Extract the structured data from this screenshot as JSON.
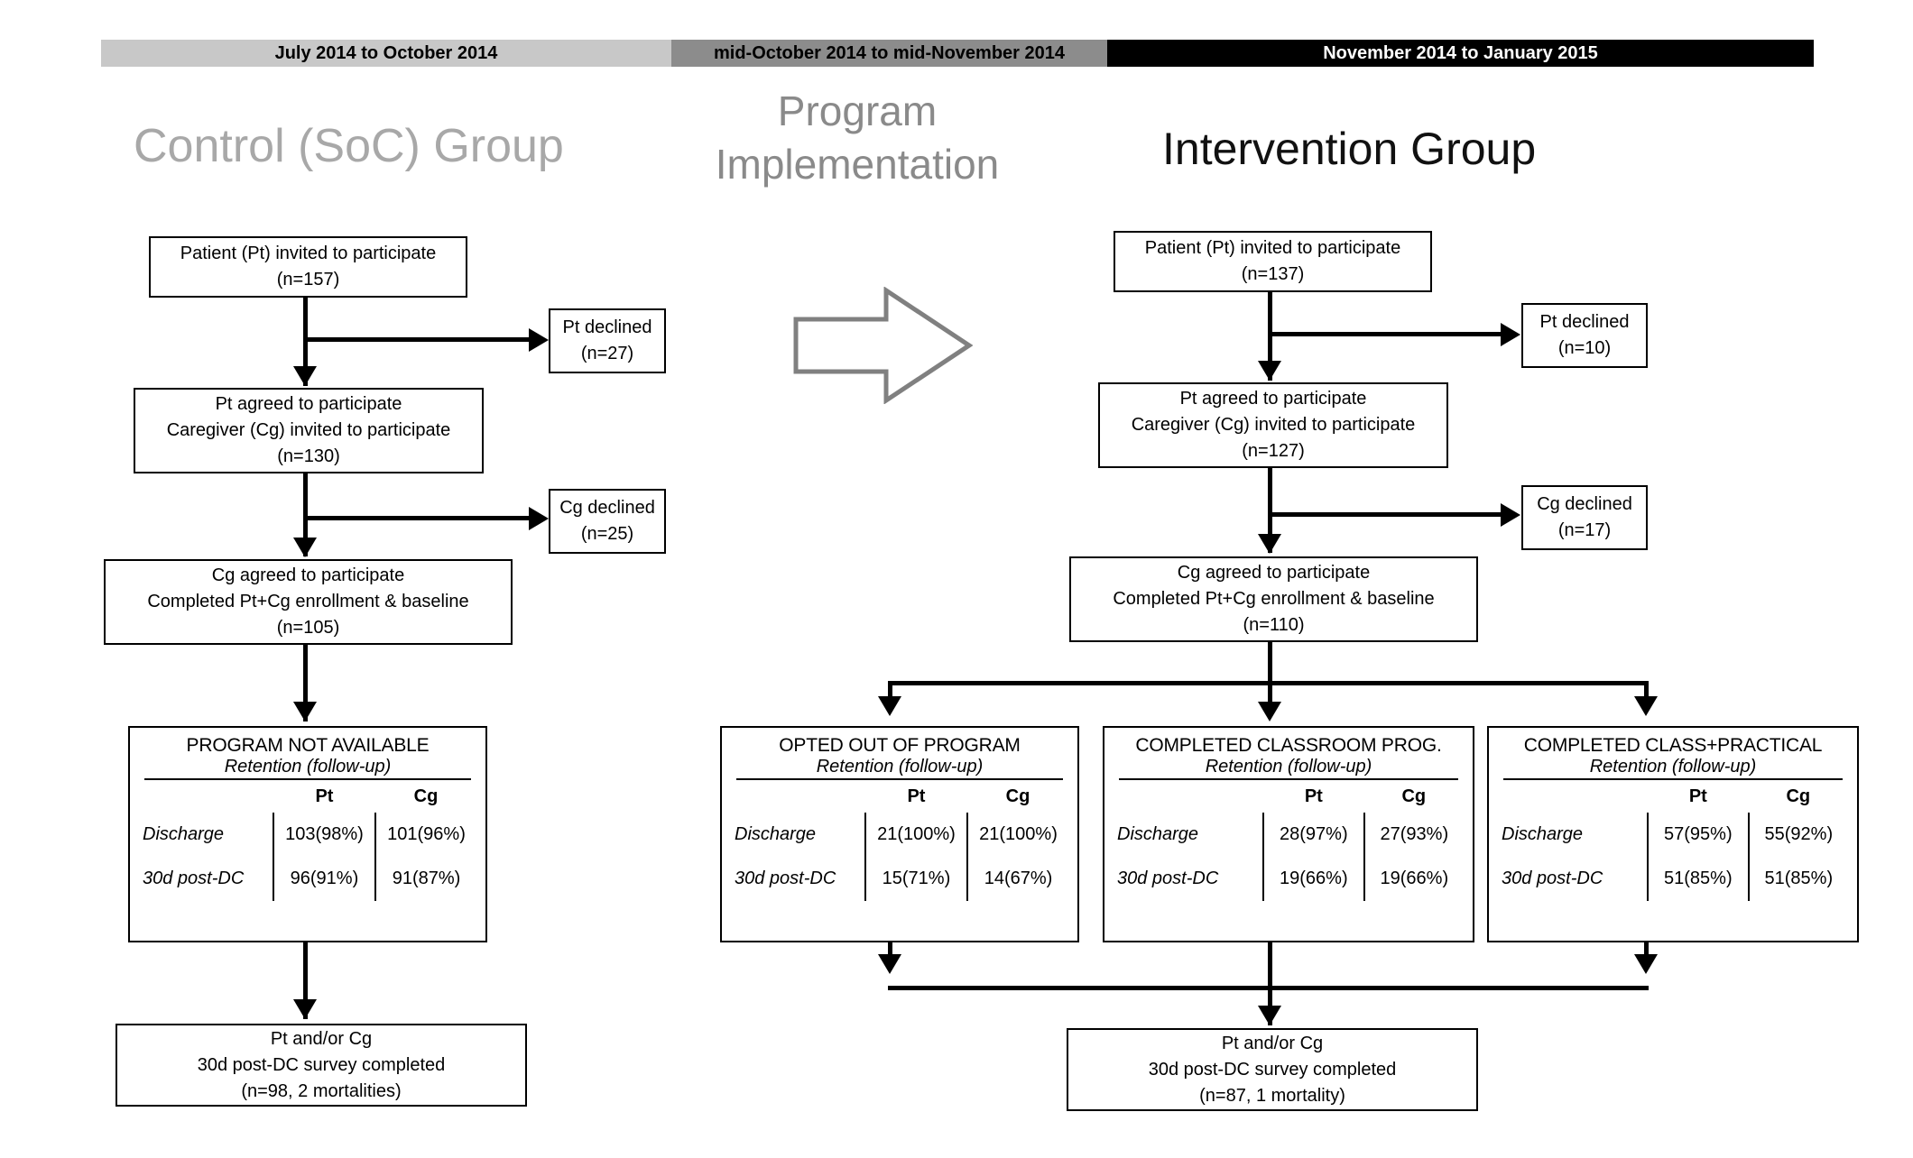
{
  "timeline": {
    "segments": [
      {
        "label": "July 2014 to October 2014",
        "color": "#c8c8c8"
      },
      {
        "label": "mid-October 2014 to mid-November 2014",
        "color": "#8c8c8c"
      },
      {
        "label": "November 2014 to January 2015",
        "color": "#000000"
      }
    ]
  },
  "titles": {
    "control": "Control (SoC) Group",
    "program": "Program Implementation",
    "intervention": "Intervention Group"
  },
  "control": {
    "invited": {
      "l1": "Patient (Pt) invited to participate",
      "l2": "(n=157)"
    },
    "pt_declined": {
      "l1": "Pt declined",
      "l2": "(n=27)"
    },
    "pt_agreed": {
      "l1": "Pt agreed to participate",
      "l2": "Caregiver (Cg) invited to participate",
      "l3": "(n=130)"
    },
    "cg_declined": {
      "l1": "Cg declined",
      "l2": "(n=25)"
    },
    "cg_agreed": {
      "l1": "Cg agreed to participate",
      "l2": "Completed Pt+Cg enrollment & baseline",
      "l3": "(n=105)"
    },
    "final": {
      "l1": "Pt and/or Cg",
      "l2": "30d post-DC survey completed",
      "l3": "(n=98, 2 mortalities)"
    }
  },
  "intervention": {
    "invited": {
      "l1": "Patient (Pt) invited to participate",
      "l2": "(n=137)"
    },
    "pt_declined": {
      "l1": "Pt declined",
      "l2": "(n=10)"
    },
    "pt_agreed": {
      "l1": "Pt agreed to participate",
      "l2": "Caregiver (Cg) invited to participate",
      "l3": "(n=127)"
    },
    "cg_declined": {
      "l1": "Cg declined",
      "l2": "(n=17)"
    },
    "cg_agreed": {
      "l1": "Cg agreed to participate",
      "l2": "Completed Pt+Cg enrollment & baseline",
      "l3": "(n=110)"
    },
    "final": {
      "l1": "Pt and/or Cg",
      "l2": "30d post-DC survey completed",
      "l3": "(n=87, 1 mortality)"
    }
  },
  "retention_tables": [
    {
      "id": "program-not-available",
      "title": "PROGRAM NOT AVAILABLE",
      "subtitle": "Retention (follow-up)",
      "columns": [
        "Pt",
        "Cg"
      ],
      "rows": [
        {
          "label": "Discharge",
          "values": [
            "103(98%)",
            "101(96%)"
          ]
        },
        {
          "label": "30d post-DC",
          "values": [
            "96(91%)",
            "91(87%)"
          ]
        }
      ]
    },
    {
      "id": "opted-out-of-program",
      "title": "OPTED OUT OF PROGRAM",
      "subtitle": "Retention (follow-up)",
      "columns": [
        "Pt",
        "Cg"
      ],
      "rows": [
        {
          "label": "Discharge",
          "values": [
            "21(100%)",
            "21(100%)"
          ]
        },
        {
          "label": "30d post-DC",
          "values": [
            "15(71%)",
            "14(67%)"
          ]
        }
      ]
    },
    {
      "id": "completed-classroom-prog",
      "title": "COMPLETED CLASSROOM PROG.",
      "subtitle": "Retention (follow-up)",
      "columns": [
        "Pt",
        "Cg"
      ],
      "rows": [
        {
          "label": "Discharge",
          "values": [
            "28(97%)",
            "27(93%)"
          ]
        },
        {
          "label": "30d post-DC",
          "values": [
            "19(66%)",
            "19(66%)"
          ]
        }
      ]
    },
    {
      "id": "completed-class-practical",
      "title": "COMPLETED CLASS+PRACTICAL",
      "subtitle": "Retention (follow-up)",
      "columns": [
        "Pt",
        "Cg"
      ],
      "rows": [
        {
          "label": "Discharge",
          "values": [
            "57(95%)",
            "55(92%)"
          ]
        },
        {
          "label": "30d post-DC",
          "values": [
            "51(85%)",
            "51(85%)"
          ]
        }
      ]
    }
  ],
  "colors": {
    "stage1": "#c8c8c8",
    "stage2": "#8c8c8c",
    "stage3": "#000000",
    "control_title": "#a8a8a8",
    "program_title": "#8a8a8a",
    "intervention_title": "#111111",
    "arrow_gray": "#808080"
  }
}
